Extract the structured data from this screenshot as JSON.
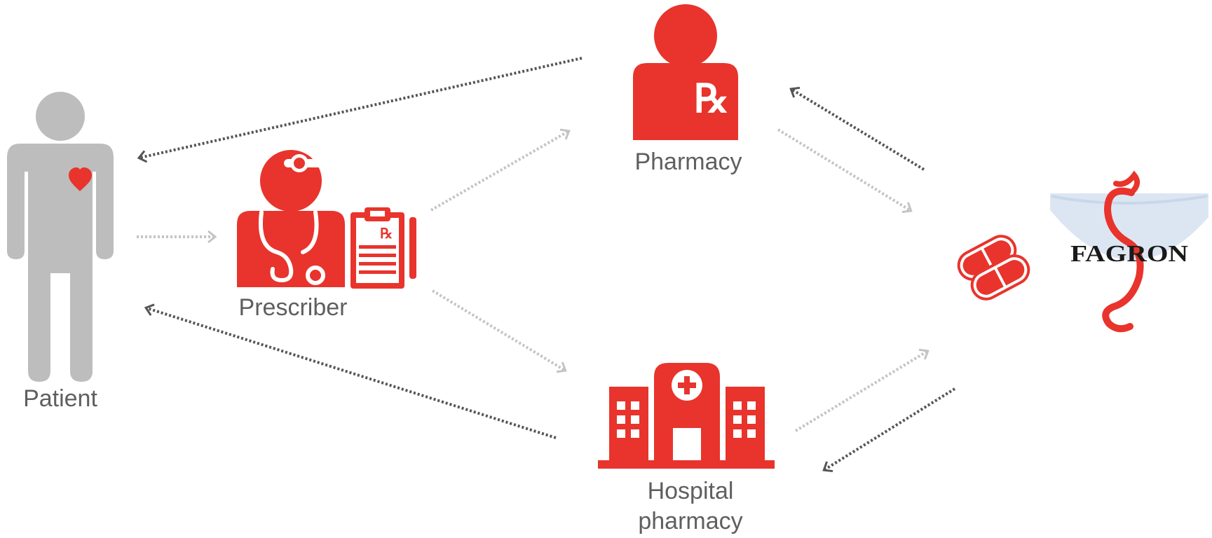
{
  "nodes": {
    "patient": {
      "label": "Patient"
    },
    "prescriber": {
      "label": "Prescriber"
    },
    "pharmacy": {
      "label": "Pharmacy"
    },
    "hospital_pharmacy": {
      "label_line1": "Hospital",
      "label_line2": "pharmacy"
    },
    "fagron": {
      "logo_text": "FAGRON"
    }
  },
  "colors": {
    "accent_red": "#e8342c",
    "patient_gray": "#bdbdbd",
    "label_gray": "#5f5f5f",
    "arrow_dark": "#555555",
    "arrow_light": "#c4c4c4",
    "logo_band": "#dce6f2"
  },
  "icons": [
    "person-icon",
    "heart-icon",
    "doctor-icon",
    "stethoscope-icon",
    "clipboard-icon",
    "rx-icon",
    "pharmacist-icon",
    "hospital-icon",
    "capsules-icon",
    "fagron-logo"
  ]
}
